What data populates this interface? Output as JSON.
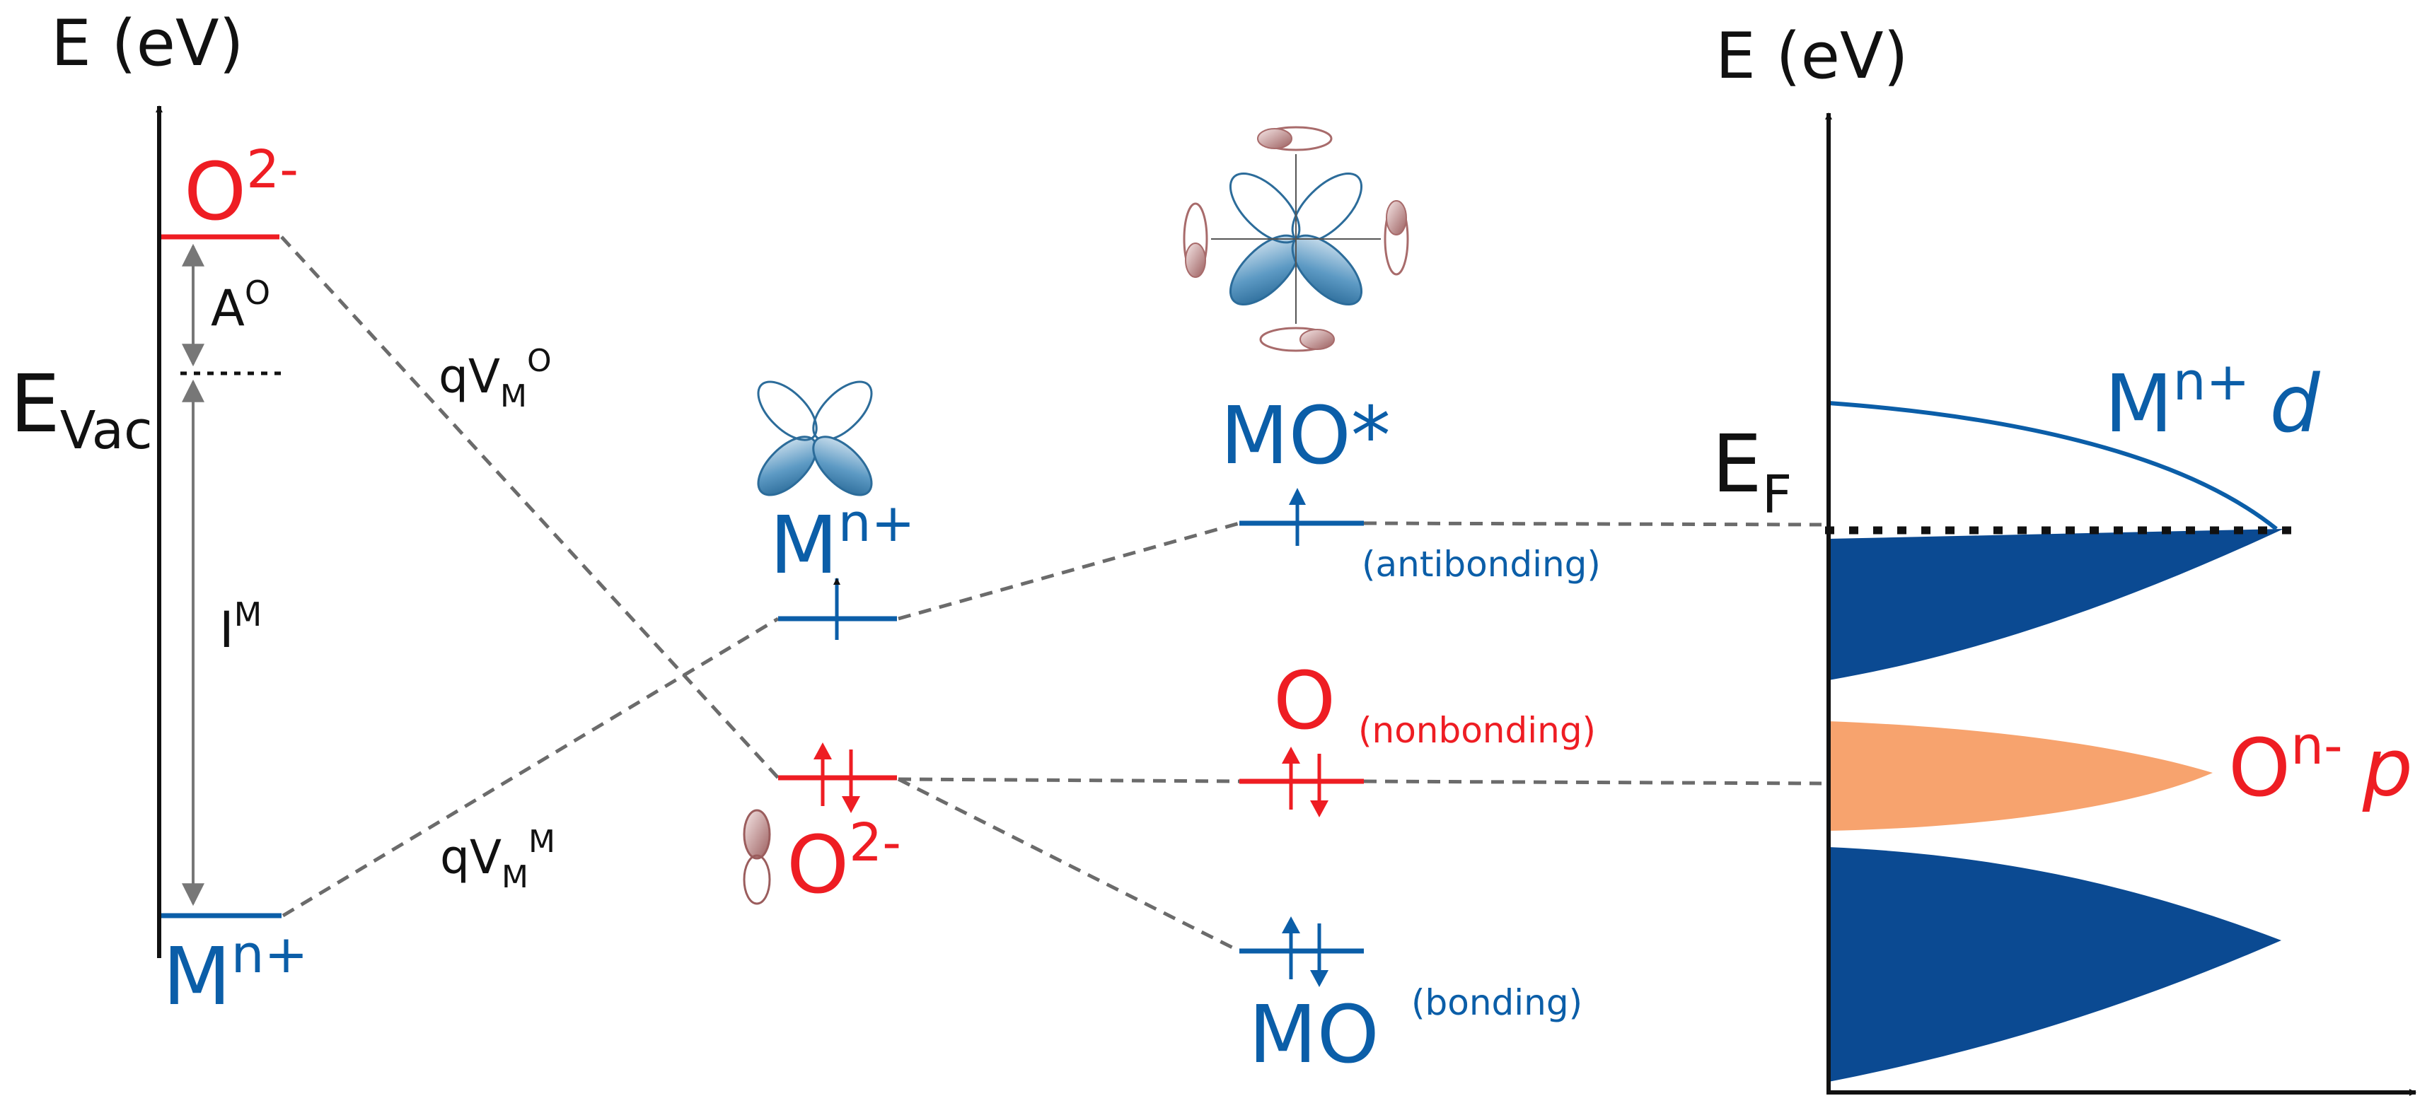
{
  "colors": {
    "red": "#ee1d23",
    "blue": "#0b5ea8",
    "navy": "#0b4a92",
    "orange": "#f7a36e",
    "black": "#111111",
    "gray": "#777777",
    "dash": "#6b6b6b",
    "orbital_red": "#a86b6b"
  },
  "left_panel": {
    "axis_label": "E (eV)",
    "o_label": "O",
    "o_sup": "2-",
    "evac_main": "E",
    "evac_sub": "Vac",
    "a_main": "A",
    "a_sup": "O",
    "i_main": "I",
    "i_sup": "M",
    "m_label": "M",
    "m_sup": "n+"
  },
  "potentials": {
    "qvo_main": "qV",
    "qvo_sub": "M",
    "qvo_sup": "O",
    "qvm_main": "qV",
    "qvm_sub": "M",
    "qvm_sup": "M"
  },
  "middle_panel": {
    "m_label": "M",
    "m_sup": "n+",
    "o_label": "O",
    "o_sup": "2-"
  },
  "mo_panel": {
    "antibonding_label": "MO*",
    "antibonding_note": "(antibonding)",
    "nonbonding_label": "O",
    "nonbonding_note": "(nonbonding)",
    "bonding_label": "MO",
    "bonding_note": "(bonding)"
  },
  "band_panel": {
    "axis_label": "E (eV)",
    "ef_main": "E",
    "ef_sub": "F",
    "d_band_label": "M",
    "d_band_sup": "n+",
    "d_band_symbol": "d",
    "p_band_label": "O",
    "p_band_sup": "n-",
    "p_band_symbol": "p"
  }
}
